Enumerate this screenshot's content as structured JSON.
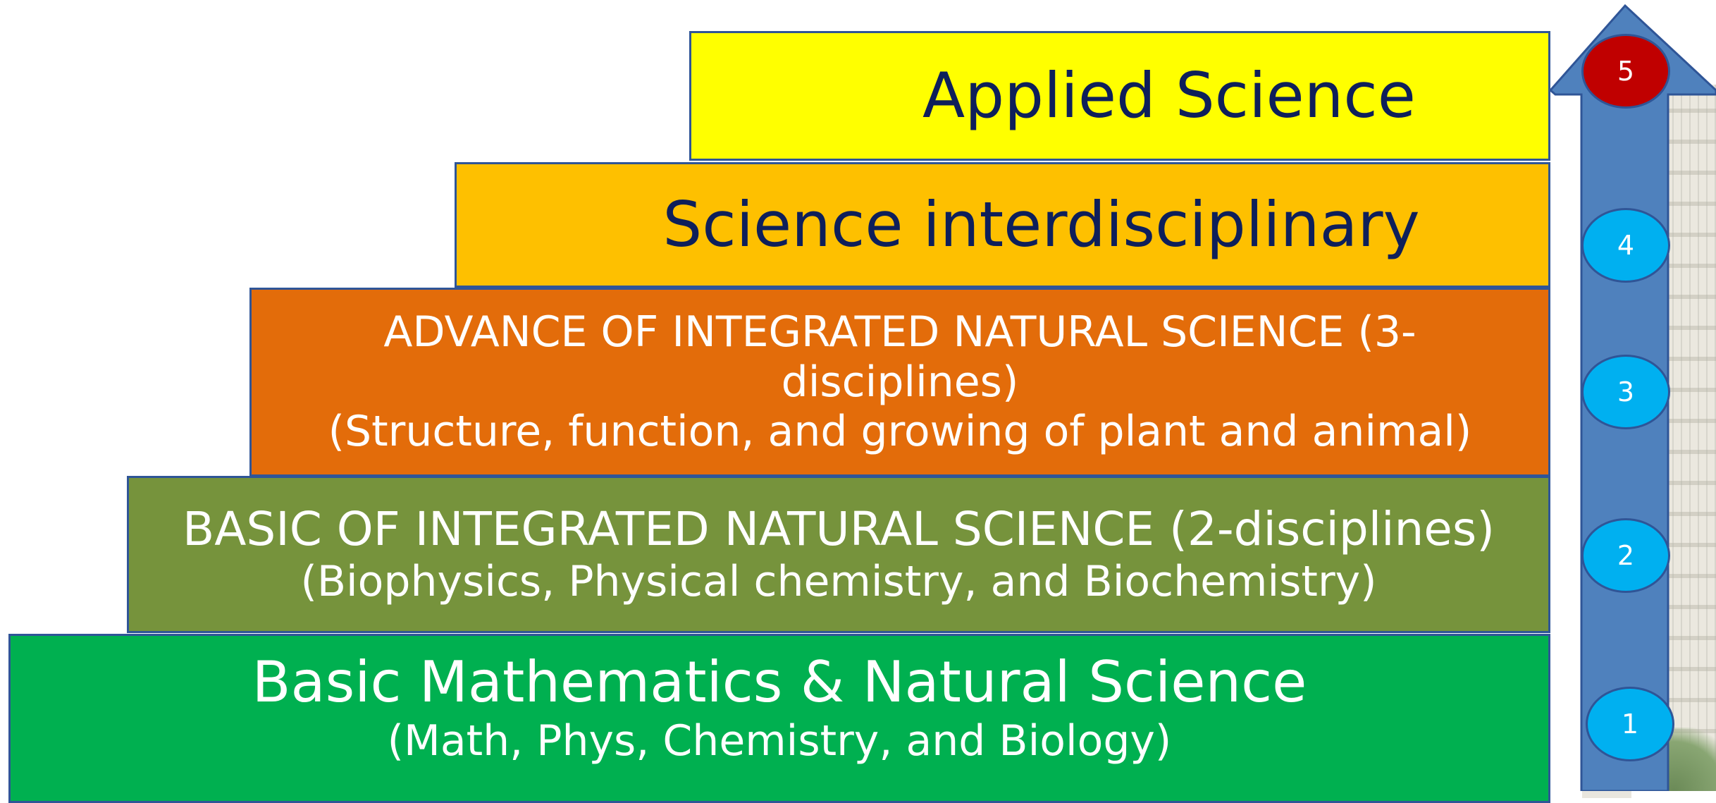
{
  "colors": {
    "applied": "#ffff00",
    "interdisciplinary": "#fec000",
    "advance": "#e36c0a",
    "basic_integrated": "#76933c",
    "basic": "#00b050",
    "outline": "#2f5597",
    "arrow": "#4f81bd",
    "badge_blue": "#00b0f0",
    "badge_top": "#c00000",
    "dark_text": "#0e1f5a"
  },
  "steps": {
    "applied": {
      "title": "Applied Science"
    },
    "interdisciplinary": {
      "title": "Science interdisciplinary"
    },
    "advance": {
      "line1": "ADVANCE OF INTEGRATED NATURAL SCIENCE (3-",
      "line2": "disciplines)",
      "line3": "(Structure, function, and growing of plant and animal)"
    },
    "basic_integrated": {
      "title": "BASIC OF INTEGRATED NATURAL SCIENCE (2-disciplines)",
      "subtitle": "(Biophysics, Physical chemistry, and Biochemistry)"
    },
    "basic": {
      "title": "Basic Mathematics &  Natural Science",
      "subtitle": "(Math, Phys, Chemistry, and Biology)"
    }
  },
  "levels": [
    "1",
    "2",
    "3",
    "4",
    "5"
  ]
}
